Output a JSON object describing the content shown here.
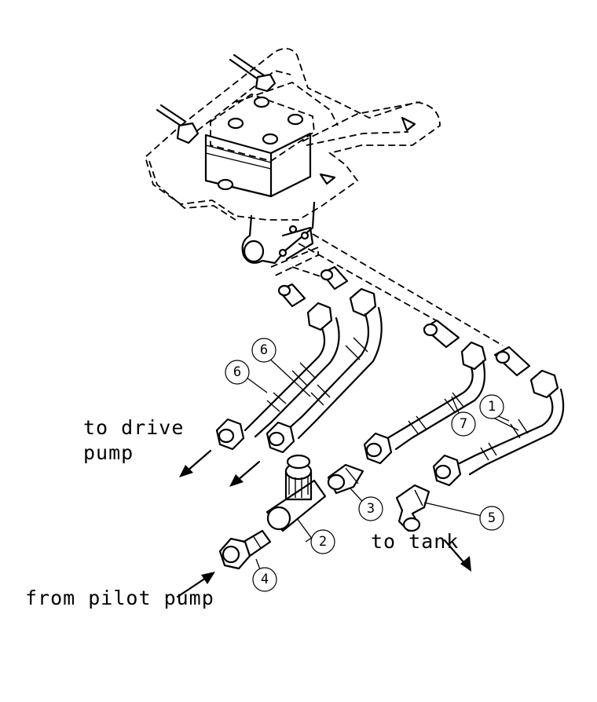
{
  "labels": {
    "to_drive_line1": "to drive",
    "to_drive_line2": "pump",
    "to_tank": "to tank",
    "from_pilot": "from pilot pump"
  },
  "callouts": {
    "c1": "1",
    "c2": "2",
    "c3": "3",
    "c4": "4",
    "c5": "5",
    "c6a": "6",
    "c6b": "6",
    "c7": "7"
  }
}
